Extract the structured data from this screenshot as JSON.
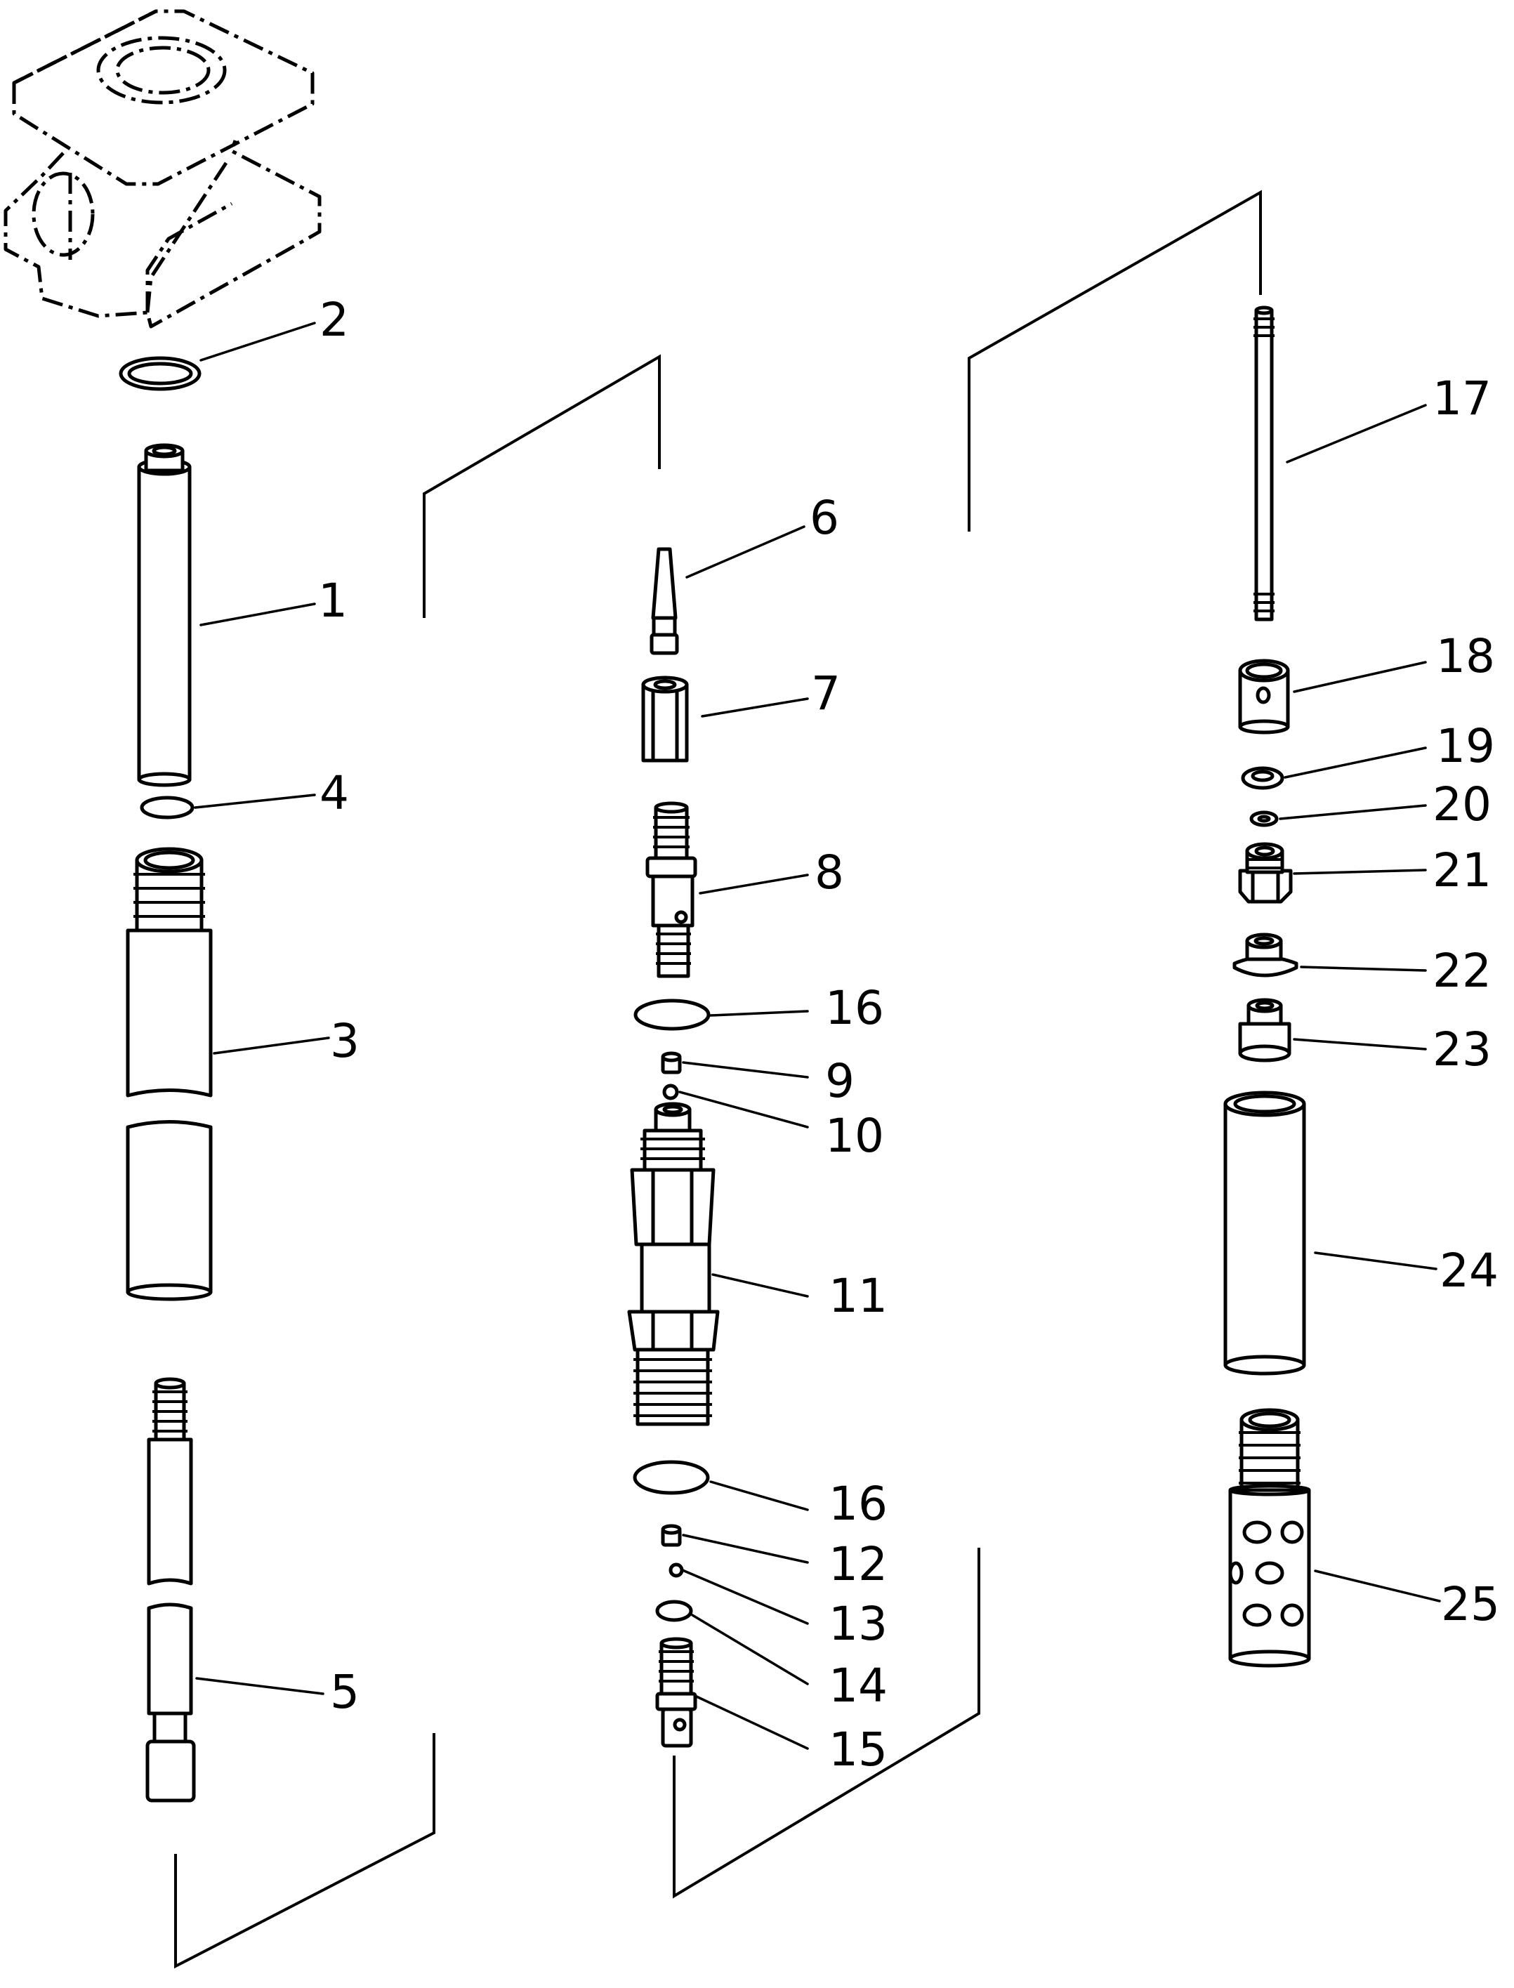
{
  "parts": [
    {
      "id": "1",
      "label": "1"
    },
    {
      "id": "2",
      "label": "2"
    },
    {
      "id": "3",
      "label": "3"
    },
    {
      "id": "4",
      "label": "4"
    },
    {
      "id": "5",
      "label": "5"
    },
    {
      "id": "6",
      "label": "6"
    },
    {
      "id": "7",
      "label": "7"
    },
    {
      "id": "8",
      "label": "8"
    },
    {
      "id": "9",
      "label": "9"
    },
    {
      "id": "10",
      "label": "10"
    },
    {
      "id": "11",
      "label": "11"
    },
    {
      "id": "12",
      "label": "12"
    },
    {
      "id": "13",
      "label": "13"
    },
    {
      "id": "14",
      "label": "14"
    },
    {
      "id": "15",
      "label": "15"
    },
    {
      "id": "16a",
      "label": "16"
    },
    {
      "id": "16b",
      "label": "16"
    },
    {
      "id": "17",
      "label": "17"
    },
    {
      "id": "18",
      "label": "18"
    },
    {
      "id": "19",
      "label": "19"
    },
    {
      "id": "20",
      "label": "20"
    },
    {
      "id": "21",
      "label": "21"
    },
    {
      "id": "22",
      "label": "22"
    },
    {
      "id": "23",
      "label": "23"
    },
    {
      "id": "24",
      "label": "24"
    },
    {
      "id": "25",
      "label": "25"
    }
  ]
}
